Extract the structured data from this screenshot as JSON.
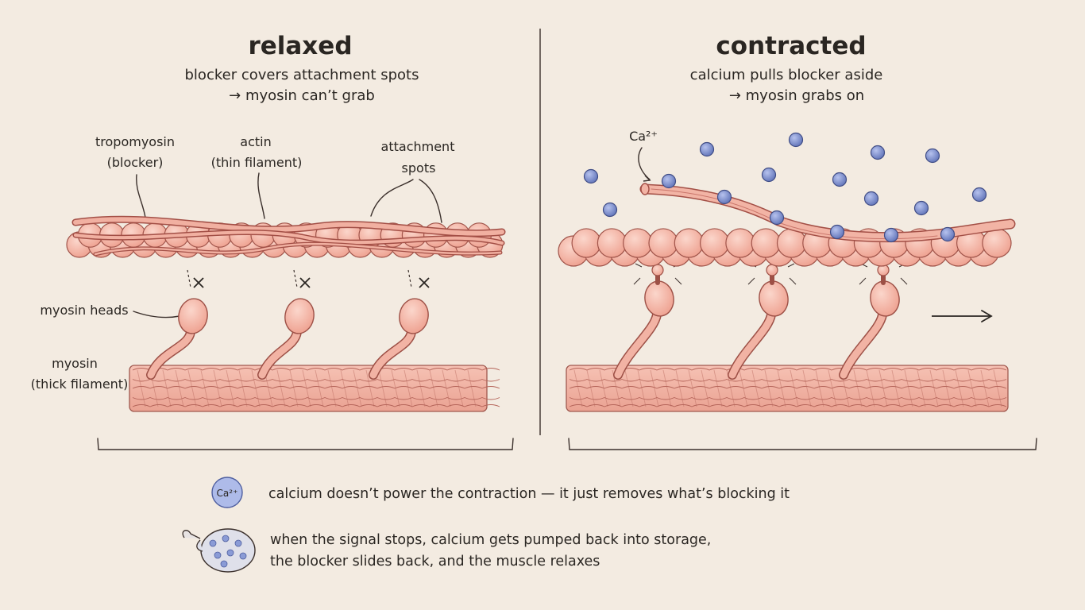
{
  "colors": {
    "background": "#f3ebe1",
    "muscle_pink": "#f4b8a8",
    "muscle_outline": "#9a4a42",
    "calcium_blue": "#7d8fcf",
    "ink": "#2a2622"
  },
  "relaxed": {
    "title": "relaxed",
    "subtitle_line1": "blocker covers attachment spots",
    "subtitle_line2": "→ myosin can’t grab",
    "labels": {
      "tropomyosin_1": "tropomyosin",
      "tropomyosin_2": "(blocker)",
      "actin_1": "actin",
      "actin_2": "(thin filament)",
      "attachment_1": "attachment",
      "attachment_2": "spots",
      "myosin_heads": "myosin heads",
      "myosin_1": "myosin",
      "myosin_2": "(thick filament)"
    }
  },
  "contracted": {
    "title": "contracted",
    "subtitle_line1": "calcium pulls blocker aside",
    "subtitle_line2": "→ myosin grabs on",
    "calcium_label": "Ca²⁺"
  },
  "notes": {
    "calcium_icon_label": "Ca²⁺",
    "calcium_note": "calcium doesn’t power the contraction — it just removes what’s blocking it",
    "storage_note_line1": "when the signal stops, calcium gets pumped back into storage,",
    "storage_note_line2": "the blocker slides back, and the muscle relaxes"
  }
}
